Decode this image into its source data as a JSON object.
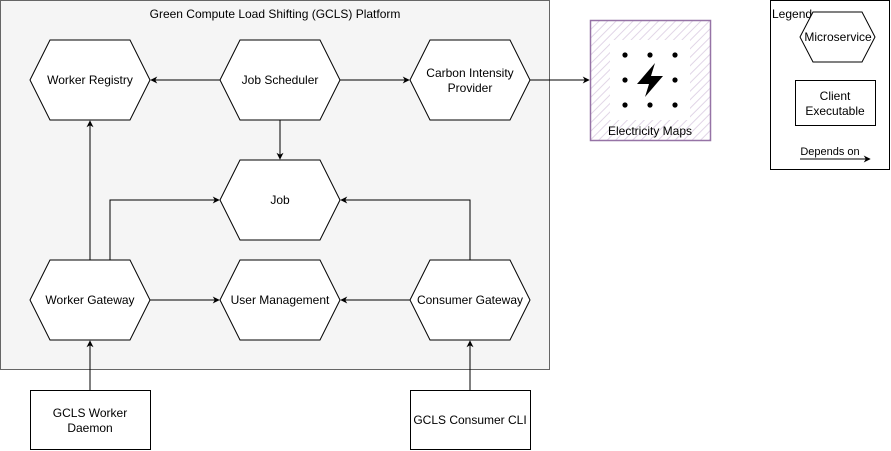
{
  "colors": {
    "stroke": "#000000",
    "platform_fill": "#f5f5f5",
    "platform_stroke": "#666666",
    "external_stroke": "#9673a6",
    "external_hatch": "#e1d5e7",
    "node_fill": "#ffffff"
  },
  "platform": {
    "title": "Green Compute Load Shifting (GCLS) Platform"
  },
  "nodes": {
    "worker_registry": {
      "label": "Worker Registry"
    },
    "job_scheduler": {
      "label": "Job Scheduler"
    },
    "carbon_provider": {
      "label_lines": [
        "Carbon Intensity",
        "Provider"
      ]
    },
    "job": {
      "label": "Job"
    },
    "worker_gateway": {
      "label": "Worker Gateway"
    },
    "user_management": {
      "label": "User Management"
    },
    "consumer_gateway": {
      "label": "Consumer Gateway"
    },
    "worker_daemon": {
      "label_lines": [
        "GCLS Worker",
        "Daemon"
      ]
    },
    "consumer_cli": {
      "label": "GCLS Consumer CLI"
    }
  },
  "external": {
    "electricity_maps": {
      "label": "Electricity Maps",
      "icon": "lightning-bolt-icon"
    }
  },
  "legend": {
    "title": "Legend",
    "microservice": "Microservice",
    "client_lines": [
      "Client",
      "Executable"
    ],
    "depends_on": "Depends on"
  }
}
